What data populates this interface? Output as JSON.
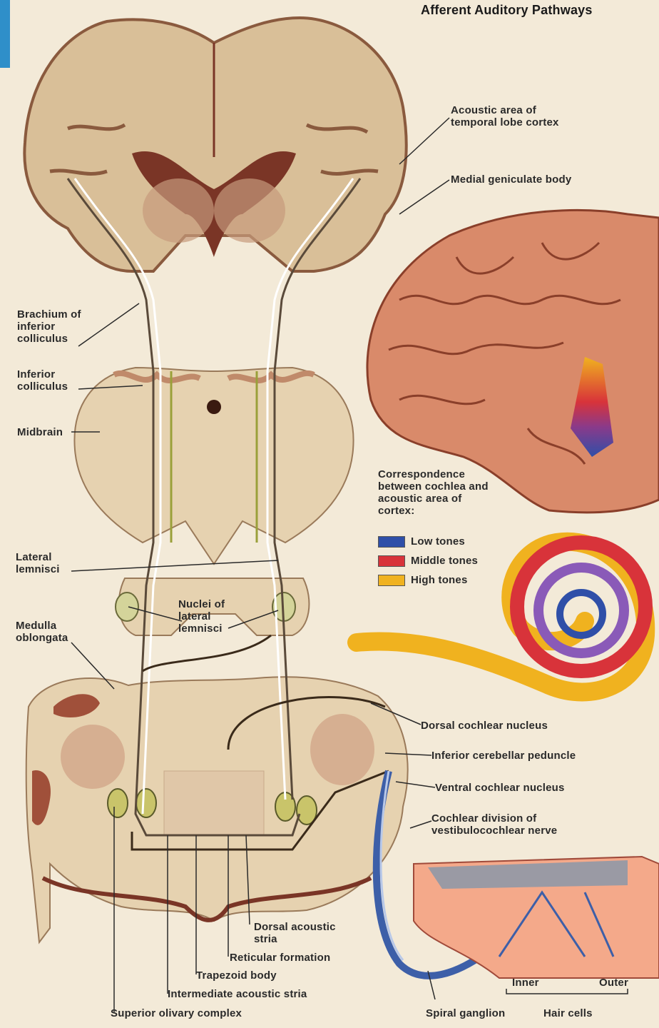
{
  "title": "Afferent Auditory Pathways",
  "labels": {
    "acoustic_area": "Acoustic area of temporal lobe cortex",
    "medial_geniculate": "Medial geniculate body",
    "brachium": "Brachium of inferior colliculus",
    "inferior_colliculus": "Inferior colliculus",
    "midbrain": "Midbrain",
    "lateral_lemnisci": "Lateral lemnisci",
    "nuclei_lateral_lemnisci": "Nuclei of lateral lemnisci",
    "medulla_oblongata": "Medulla oblongata",
    "dorsal_cochlear_nucleus": "Dorsal cochlear nucleus",
    "inferior_cerebellar_peduncle": "Inferior cerebellar peduncle",
    "ventral_cochlear_nucleus": "Ventral cochlear nucleus",
    "cochlear_division": "Cochlear division of vestibulocochlear nerve",
    "dorsal_acoustic_stria": "Dorsal acoustic stria",
    "reticular_formation": "Reticular formation",
    "trapezoid_body": "Trapezoid body",
    "intermediate_acoustic_stria": "Intermediate acoustic stria",
    "superior_olivary_complex": "Superior olivary complex",
    "spiral_ganglion": "Spiral ganglion",
    "hair_cells": "Hair cells",
    "inner": "Inner",
    "outer": "Outer"
  },
  "legend": {
    "heading": "Correspondence between cochlea and acoustic area of cortex:",
    "items": [
      {
        "label": "Low tones",
        "color": "#2f4fa8"
      },
      {
        "label": "Middle tones",
        "color": "#d8333a"
      },
      {
        "label": "High tones",
        "color": "#f0b21f"
      }
    ]
  },
  "colors": {
    "brain_tan": "#d9bf98",
    "cortex_brown": "#b98a66",
    "stem_tan": "#e6d2b0",
    "cortex_pink": "#d98a6a",
    "nerve_blue": "#3d5fa8"
  }
}
